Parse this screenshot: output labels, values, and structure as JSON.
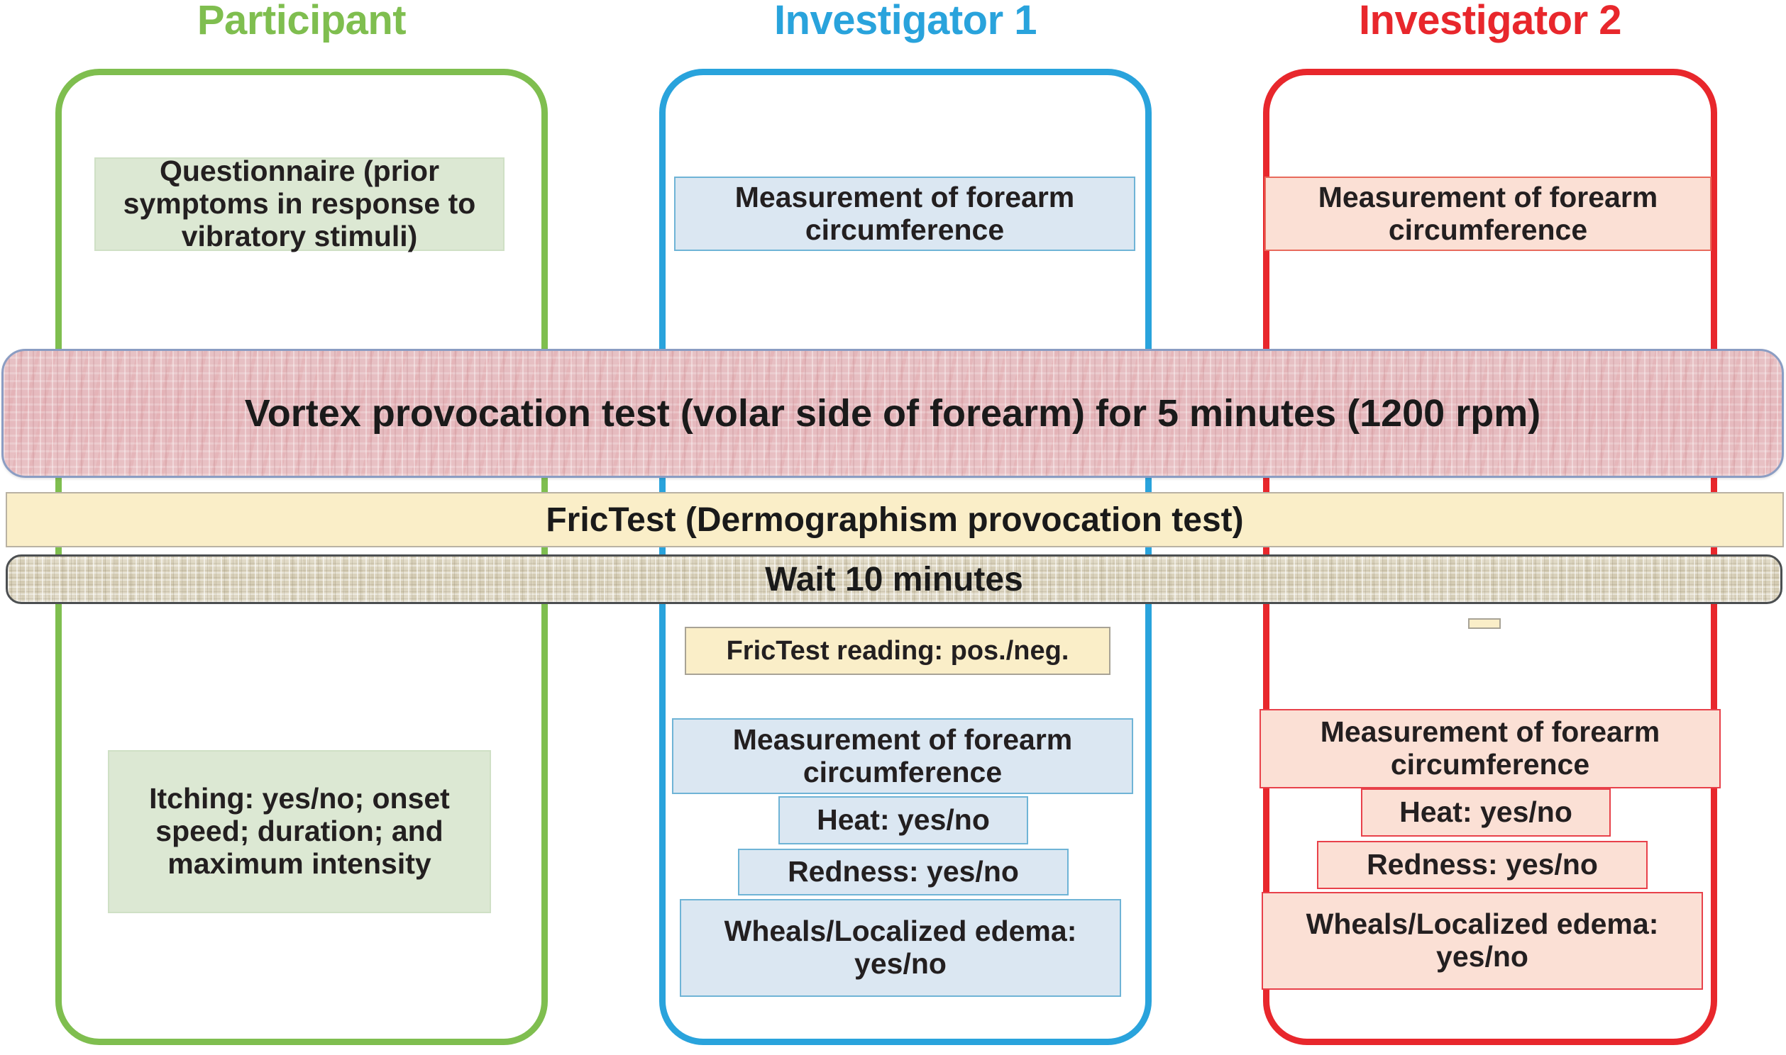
{
  "diagram": {
    "title": "Study procedure flow: Participant and two Investigators",
    "type": "swimlane-flow"
  },
  "colors": {
    "participant_accent": "#7fbe4f",
    "participant_fill": "#dce8d3",
    "investigator1_accent": "#29a3dc",
    "investigator1_fill": "#dbe7f2",
    "investigator2_accent": "#e8272c",
    "investigator2_fill": "#fbe0d5",
    "vortex_fill": "#e5b8bd",
    "vortex_border": "#8b9dc3",
    "frictest_fill": "#faeec8",
    "frictest_border": "#b9b2a3",
    "wait_fill": "#ded7c2",
    "wait_border": "#4c4f51",
    "text": "#231f20"
  },
  "columns": [
    {
      "id": "participant",
      "header": "Participant",
      "boxes": [
        {
          "id": "questionnaire",
          "label": "Questionnaire (prior symptoms in response to vibratory stimuli)"
        },
        {
          "id": "participant-outcomes",
          "label": "Itching: yes/no; onset speed; duration; and maximum intensity"
        }
      ]
    },
    {
      "id": "investigator1",
      "header": "Investigator 1",
      "boxes": [
        {
          "id": "pre-circumference",
          "label": "Measurement of forearm circumference"
        },
        {
          "id": "frictest-reading",
          "label": "FricTest reading: pos./neg."
        },
        {
          "id": "post-circumference",
          "label": "Measurement of forearm circumference"
        },
        {
          "id": "heat",
          "label": "Heat: yes/no"
        },
        {
          "id": "redness",
          "label": "Redness: yes/no"
        },
        {
          "id": "wheals",
          "label": "Wheals/Localized edema: yes/no"
        }
      ]
    },
    {
      "id": "investigator2",
      "header": "Investigator 2",
      "boxes": [
        {
          "id": "pre-circumference",
          "label": "Measurement of forearm circumference"
        },
        {
          "id": "frictest-reading-blank",
          "label": ""
        },
        {
          "id": "post-circumference",
          "label": "Measurement of forearm circumference"
        },
        {
          "id": "heat",
          "label": "Heat: yes/no"
        },
        {
          "id": "redness",
          "label": "Redness: yes/no"
        },
        {
          "id": "wheals",
          "label": "Wheals/Localized edema: yes/no"
        }
      ]
    }
  ],
  "shared_steps": [
    {
      "id": "vortex",
      "label": "Vortex provocation test (volar side of forearm) for 5 minutes (1200 rpm)"
    },
    {
      "id": "frictest",
      "label": "FricTest (Dermographism provocation test)"
    },
    {
      "id": "wait",
      "label": "Wait 10 minutes"
    }
  ]
}
